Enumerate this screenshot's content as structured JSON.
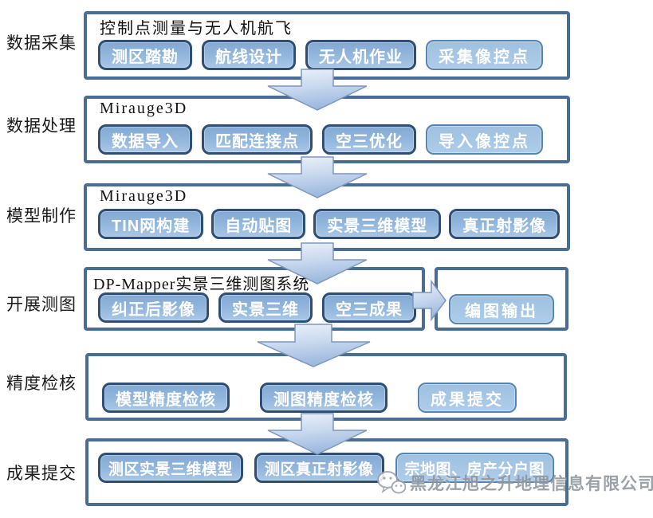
{
  "diagram": {
    "watermark": {
      "text": "黑龙江旭之升地理信息有限公司",
      "icon": "wechat-icon"
    },
    "colors": {
      "box_border": "#4a6d96",
      "button_dark_border": "#2e4e74",
      "button_dark_fill_top": "#83a9d3",
      "button_dark_fill_bottom": "#a9c7e7",
      "button_light_border": "#5585b2",
      "button_light_fill": "#aecbea",
      "button_text": "#ffffff",
      "arrow_fill_light": "#e9f0fa",
      "arrow_fill_dark": "#9db9de",
      "arrow_stroke": "#7d97bd",
      "label_text": "#1a1a1a",
      "watermark_text": "#8e959c"
    },
    "stages": [
      {
        "label": "数据采集",
        "box": {
          "title": "控制点测量与无人机航飞",
          "buttons": [
            {
              "label": "测区踏勘",
              "variant": "dark"
            },
            {
              "label": "航线设计",
              "variant": "dark"
            },
            {
              "label": "无人机作业",
              "variant": "dark"
            },
            {
              "label": "采集像控点",
              "variant": "light"
            }
          ]
        }
      },
      {
        "label": "数据处理",
        "box": {
          "title": "Mirauge3D",
          "buttons": [
            {
              "label": "数据导入",
              "variant": "dark"
            },
            {
              "label": "匹配连接点",
              "variant": "dark"
            },
            {
              "label": "空三优化",
              "variant": "dark"
            },
            {
              "label": "导入像控点",
              "variant": "light"
            }
          ]
        }
      },
      {
        "label": "模型制作",
        "box": {
          "title": "Mirauge3D",
          "buttons": [
            {
              "label": "TIN网构建",
              "variant": "dark"
            },
            {
              "label": "自动贴图",
              "variant": "dark"
            },
            {
              "label": "实景三维模型",
              "variant": "dark"
            },
            {
              "label": "真正射影像",
              "variant": "dark"
            }
          ]
        }
      },
      {
        "label": "开展测图",
        "box": {
          "title": "DP-Mapper实景三维测图系统",
          "buttons": [
            {
              "label": "纠正后影像",
              "variant": "dark"
            },
            {
              "label": "实景三维",
              "variant": "dark"
            },
            {
              "label": "空三成果",
              "variant": "dark"
            }
          ]
        },
        "side_box": {
          "buttons": [
            {
              "label": "编图输出",
              "variant": "light"
            }
          ]
        }
      },
      {
        "label": "精度检核",
        "box": {
          "title": "",
          "buttons": [
            {
              "label": "模型精度检核",
              "variant": "dark"
            },
            {
              "label": "测图精度检核",
              "variant": "dark"
            },
            {
              "label": "成果提交",
              "variant": "light"
            }
          ]
        }
      },
      {
        "label": "成果提交",
        "box": {
          "title": "",
          "buttons": [
            {
              "label": "测区实景三维模型",
              "variant": "dark"
            },
            {
              "label": "测区真正射影像",
              "variant": "dark"
            },
            {
              "label": "宗地图、房产分户图",
              "variant": "light"
            }
          ]
        }
      }
    ]
  }
}
